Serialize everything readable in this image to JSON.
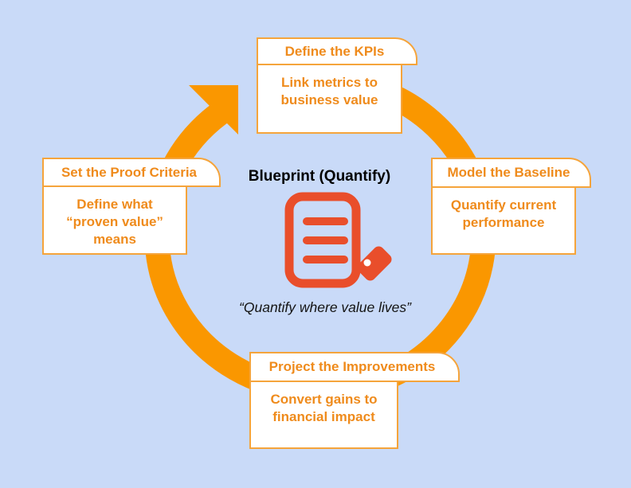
{
  "center": {
    "title": "Blueprint (Quantify)",
    "quote": "“Quantify where value lives”",
    "icon": "document-with-tag-icon"
  },
  "stations": [
    {
      "name": "Define the KPIs",
      "detail": "Link metrics to\nbusiness value"
    },
    {
      "name": "Model the Baseline",
      "detail": "Quantify current\nperformance"
    },
    {
      "name": "Project the Improvements",
      "detail": "Convert gains to\nfinancial impact"
    },
    {
      "name": "Set the Proof Criteria",
      "detail": "Define what\n“proven value”\nmeans"
    }
  ],
  "colors": {
    "background": "#C9DAF8",
    "ring": "#FA9700",
    "box_border": "#F5A43B",
    "box_text": "#EF8B1C",
    "center_icon": "#E94E2B",
    "title_text": "#000000",
    "quote_text": "#141414"
  }
}
